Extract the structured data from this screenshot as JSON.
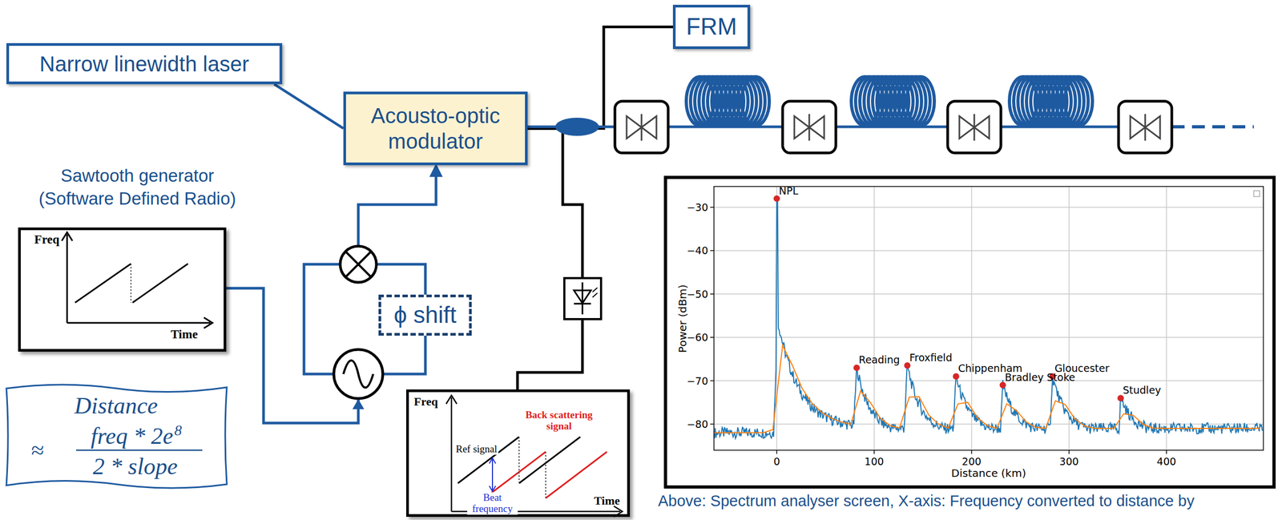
{
  "diagram": {
    "caption": "Above: Spectrum analyser screen, X-axis: Frequency converted to distance by",
    "nodes": [
      {
        "text": [
          "Narrow linewidth laser"
        ]
      },
      {
        "text": [
          "Acousto-optic modulator"
        ]
      },
      {
        "text": [
          "FRM"
        ]
      },
      {
        "text": [
          "ϕ shift"
        ]
      },
      {
        "text": [
          "Sawtooth generator (Software Defined Radio)",
          "Freq",
          "Time"
        ]
      },
      {
        "text": [
          "Distance",
          "≈",
          "freq * 2e",
          "8",
          "2 * slope"
        ]
      },
      {
        "text": [
          "Freq",
          "Ref signal",
          "Back scattering signal",
          "Beat frequency",
          "Time"
        ]
      },
      {
        "text": [
          "NPL",
          "Reading",
          "Froxfield",
          "Chippenham",
          "Bradley Stoke",
          "Gloucester",
          "Studley",
          "−30",
          "−40",
          "−50",
          "−60",
          "−70",
          "−80",
          "0",
          "100",
          "200",
          "300",
          "400",
          "Power (dBm)",
          "Distance (km)"
        ]
      }
    ],
    "edges": [
      {
        "from": 0,
        "to": 1,
        "arrow": "none"
      },
      {
        "from": 1,
        "to": 2,
        "arrow": "none"
      },
      {
        "from": 1,
        "to": 6,
        "arrow": "none"
      },
      {
        "from": 4,
        "to": 1,
        "arrow": "to"
      }
    ]
  }
}
